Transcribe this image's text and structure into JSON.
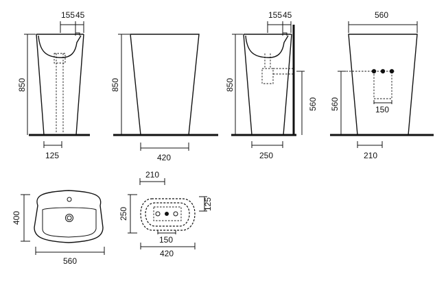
{
  "views": {
    "side_left": {
      "top_a": "155",
      "top_b": "45",
      "height": "850",
      "bottom": "125"
    },
    "front": {
      "height": "850",
      "bottom": "420"
    },
    "side_wall": {
      "top_a": "155",
      "top_b": "45",
      "height": "850",
      "drain_height": "560",
      "bottom": "250"
    },
    "back": {
      "top": "560",
      "height": "560",
      "inner": "150",
      "bottom": "210"
    },
    "top_view": {
      "height": "400",
      "width": "560"
    },
    "bottom_view": {
      "top": "210",
      "left": "250",
      "right": "125",
      "inner": "150",
      "bottom": "420"
    }
  }
}
